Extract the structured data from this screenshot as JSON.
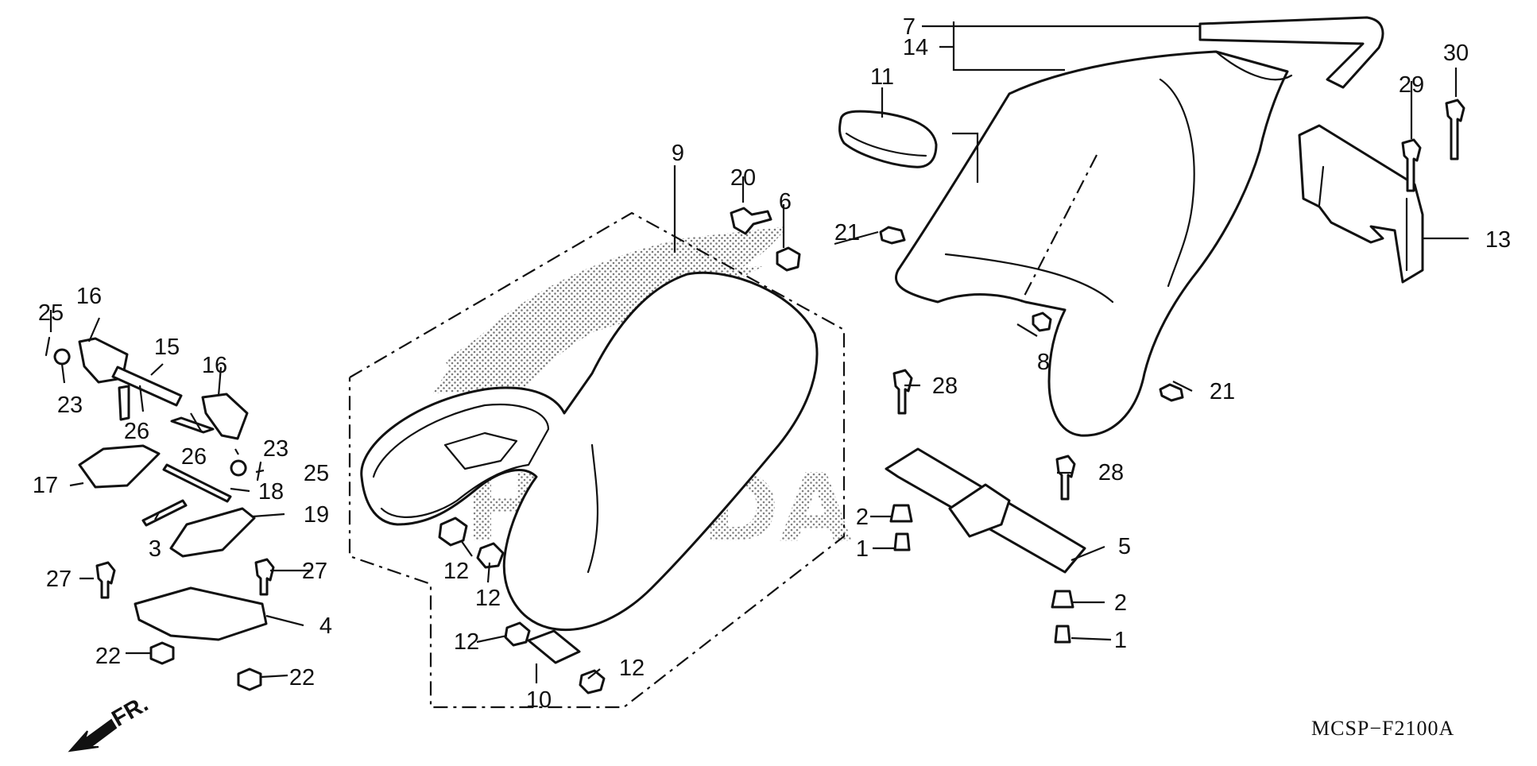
{
  "drawing_code": "MCSP−F2100A",
  "direction": {
    "label": "FR.",
    "icon": "front-direction-arrow-icon"
  },
  "watermark": {
    "text": "HONDA",
    "icon": "honda-wing-logo-icon"
  },
  "callouts": {
    "c7": "7",
    "c14": "14",
    "c11": "11",
    "c30": "30",
    "c29": "29",
    "c13": "13",
    "c9": "9",
    "c20": "20",
    "c6": "6",
    "c21a": "21",
    "c21b": "21",
    "c8": "8",
    "c28a": "28",
    "c28b": "28",
    "c2a": "2",
    "c1a": "1",
    "c5": "5",
    "c2b": "2",
    "c1b": "1",
    "c25a": "25",
    "c16a": "16",
    "c15": "15",
    "c16b": "16",
    "c23a": "23",
    "c26a": "26",
    "c26b": "26",
    "c23b": "23",
    "c25b": "25",
    "c17": "17",
    "c18": "18",
    "c19": "19",
    "c3": "3",
    "c27a": "27",
    "c27b": "27",
    "c4": "4",
    "c22a": "22",
    "c22b": "22",
    "c12a": "12",
    "c12b": "12",
    "c12c": "12",
    "c12d": "12",
    "c10": "10"
  }
}
